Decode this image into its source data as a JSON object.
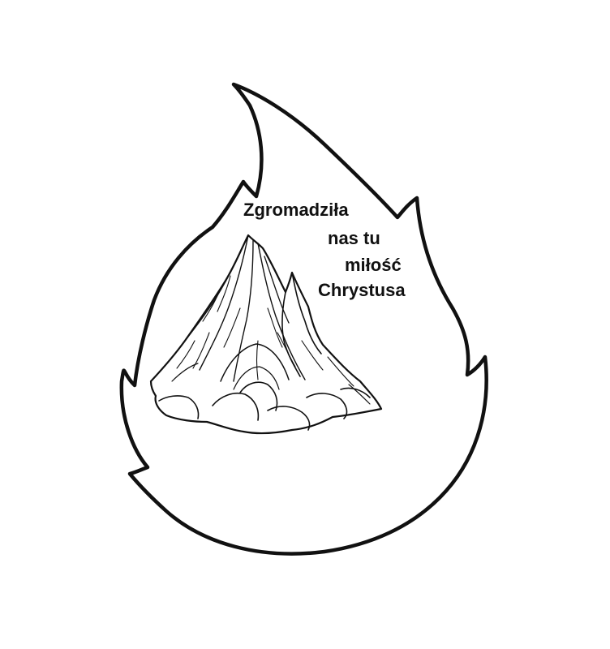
{
  "caption": {
    "lines": [
      "Zgromadziła",
      "nas tu",
      "miłość",
      "Chrystusa"
    ]
  },
  "colors": {
    "background": "#ffffff",
    "ink": "#111111"
  },
  "icons": {
    "flame": "flame-outline-icon",
    "mountain": "mountain-sketch-icon"
  }
}
